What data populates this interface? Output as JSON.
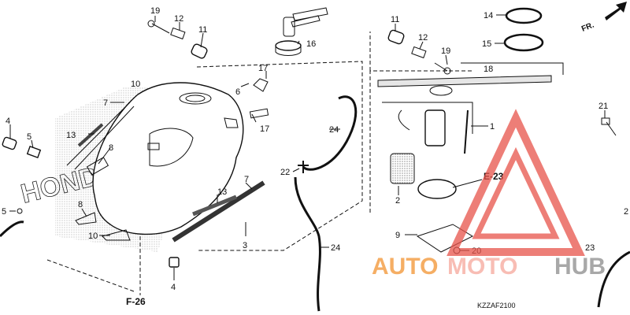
{
  "callouts": {
    "p19a": "19",
    "p12a": "12",
    "p11a": "11",
    "p16": "16",
    "p10a": "10",
    "p17a": "17",
    "p6": "6",
    "p7a": "7",
    "p4a": "4",
    "p5a": "5",
    "p13a": "13",
    "p8a": "8",
    "p17b": "17",
    "p5b": "5",
    "p8b": "8",
    "p10b": "10",
    "p7b": "7",
    "p13b": "13",
    "p3": "3",
    "p4b": "4",
    "p24a": "24",
    "p22": "22",
    "p24b": "24",
    "p11b": "11",
    "p12b": "12",
    "p19b": "19",
    "p14": "14",
    "p15": "15",
    "p18": "18",
    "p1": "1",
    "p2": "2",
    "p9": "9",
    "p20": "20",
    "p21": "21",
    "p23": "23",
    "p2b": "2"
  },
  "refs": {
    "e23": "E-23",
    "f26": "F-26",
    "fr": "FR."
  },
  "diagram_code": "KZZAF2100",
  "brand_text": "HONDA",
  "watermark": {
    "part1": "AUTO",
    "part2": "MOTO",
    "part3": "HUB"
  },
  "colors": {
    "watermark_red": "#e8534a",
    "watermark_orange": "#f4a04a",
    "watermark_grey": "#9a9a9a",
    "ink": "#111111"
  }
}
